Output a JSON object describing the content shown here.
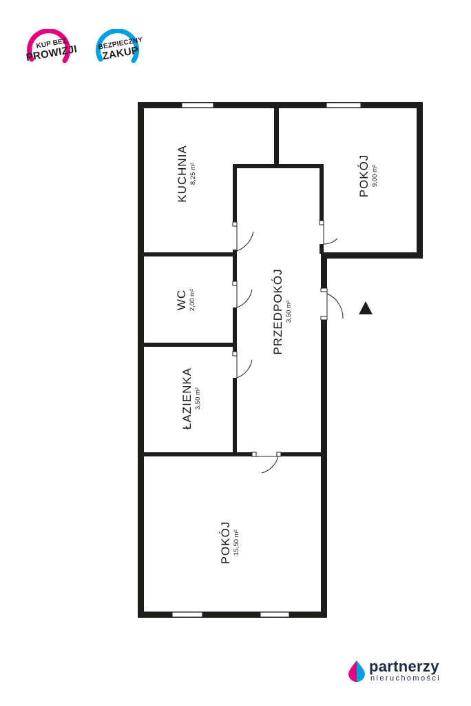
{
  "badges": [
    {
      "line1": "KUP BEZ",
      "line2": "PROWIZJI",
      "ring_color": "#e6007e"
    },
    {
      "line1": "BEZPIECZNY",
      "line2": "ZAKUP",
      "ring_color": "#00a0e3"
    }
  ],
  "rooms": [
    {
      "id": "kuchnia",
      "name": "KUCHNIA",
      "area": "8,25 m²"
    },
    {
      "id": "pokoj-small",
      "name": "POKÓJ",
      "area": "9,00 m²"
    },
    {
      "id": "wc",
      "name": "WC",
      "area": "2,00 m²"
    },
    {
      "id": "przedpokoj",
      "name": "PRZEDPOKÓJ",
      "area": "3,50 m²"
    },
    {
      "id": "lazienka",
      "name": "ŁAZIENKA",
      "area": "3,50 m²"
    },
    {
      "id": "pokoj-large",
      "name": "POKÓJ",
      "area": "15,50 m²"
    }
  ],
  "brand": {
    "name": "partnerzy",
    "subtitle": "nieruchomości",
    "colors": [
      "#e6007e",
      "#00a0e3",
      "#1d2a44"
    ]
  },
  "icons": {
    "entrance": "entrance-arrow-icon"
  }
}
